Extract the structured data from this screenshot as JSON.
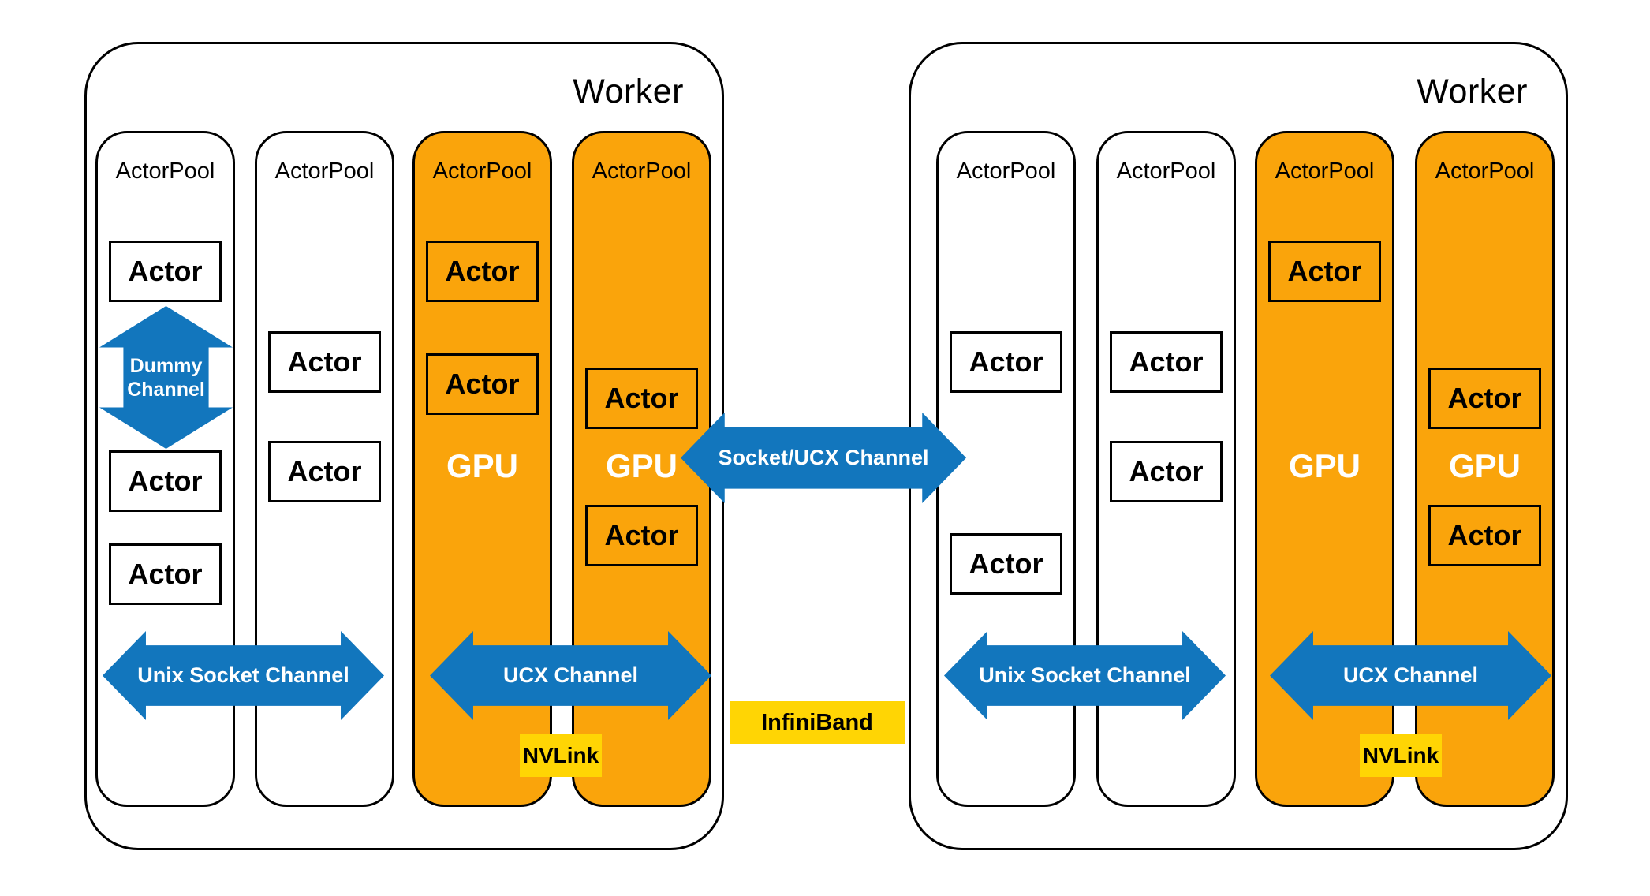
{
  "colors": {
    "pool_orange": "#FAA40B",
    "arrow_blue": "#1276BD",
    "label_yellow": "#FFD504",
    "outline": "#000000",
    "background": "#FFFFFF"
  },
  "workers": [
    {
      "title": "Worker",
      "pools": [
        {
          "label": "ActorPool",
          "variant": "cpu",
          "channel_label": "Dummy Channel",
          "actors": [
            {
              "label": "Actor"
            },
            {
              "label": "Actor"
            },
            {
              "label": "Actor"
            }
          ]
        },
        {
          "label": "ActorPool",
          "variant": "cpu",
          "actors": [
            {
              "label": "Actor"
            },
            {
              "label": "Actor"
            }
          ]
        },
        {
          "label": "ActorPool",
          "variant": "gpu",
          "gpu_label": "GPU",
          "actors": [
            {
              "label": "Actor"
            },
            {
              "label": "Actor"
            }
          ]
        },
        {
          "label": "ActorPool",
          "variant": "gpu",
          "gpu_label": "GPU",
          "actors": [
            {
              "label": "Actor"
            },
            {
              "label": "Actor"
            }
          ]
        }
      ],
      "channels": [
        {
          "label": "Unix Socket Channel"
        },
        {
          "label": "UCX Channel"
        }
      ],
      "nvlink_label": "NVLink"
    },
    {
      "title": "Worker",
      "pools": [
        {
          "label": "ActorPool",
          "variant": "cpu",
          "actors": [
            {
              "label": "Actor"
            },
            {
              "label": "Actor"
            }
          ]
        },
        {
          "label": "ActorPool",
          "variant": "cpu",
          "actors": [
            {
              "label": "Actor"
            },
            {
              "label": "Actor"
            }
          ]
        },
        {
          "label": "ActorPool",
          "variant": "gpu",
          "gpu_label": "GPU",
          "actors": [
            {
              "label": "Actor"
            }
          ]
        },
        {
          "label": "ActorPool",
          "variant": "gpu",
          "gpu_label": "GPU",
          "actors": [
            {
              "label": "Actor"
            },
            {
              "label": "Actor"
            }
          ]
        }
      ],
      "channels": [
        {
          "label": "Unix Socket Channel"
        },
        {
          "label": "UCX Channel"
        }
      ],
      "nvlink_label": "NVLink"
    }
  ],
  "interconnect": {
    "socket_ucx_label": "Socket/UCX Channel",
    "infiniband_label": "InfiniBand"
  }
}
